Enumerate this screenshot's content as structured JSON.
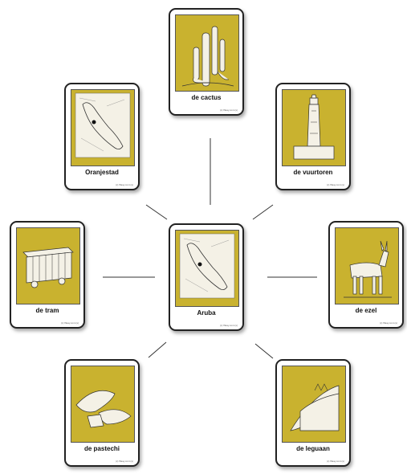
{
  "colors": {
    "card_bg": "#c9b22f",
    "line": "#333333"
  },
  "cards": {
    "cactus": {
      "label": "de cactus",
      "icon": "cactus-icon",
      "credit": "(c) fflaay.cont.(s)"
    },
    "oranjestad": {
      "label": "Oranjestad",
      "icon": "island-map-icon",
      "credit": "(c) fflaay.cont.(s)"
    },
    "vuurtoren": {
      "label": "de vuurtoren",
      "icon": "lighthouse-icon",
      "credit": "(c) fflaay.cont.(s)"
    },
    "tram": {
      "label": "de tram",
      "icon": "tram-icon",
      "credit": "(c) fflaay.cont.(s)"
    },
    "aruba": {
      "label": "Aruba",
      "icon": "island-map-icon",
      "credit": "(c) fflaay.cont.(s)"
    },
    "ezel": {
      "label": "de ezel",
      "icon": "donkey-icon",
      "credit": "(c) fflaay.cont.(s)"
    },
    "pastechi": {
      "label": "de pastechi",
      "icon": "pastechi-icon",
      "credit": "(c) fflaay.cont.(s)"
    },
    "leguaan": {
      "label": "de leguaan",
      "icon": "iguana-icon",
      "credit": "(c) fflaay.cont.(s)"
    }
  }
}
